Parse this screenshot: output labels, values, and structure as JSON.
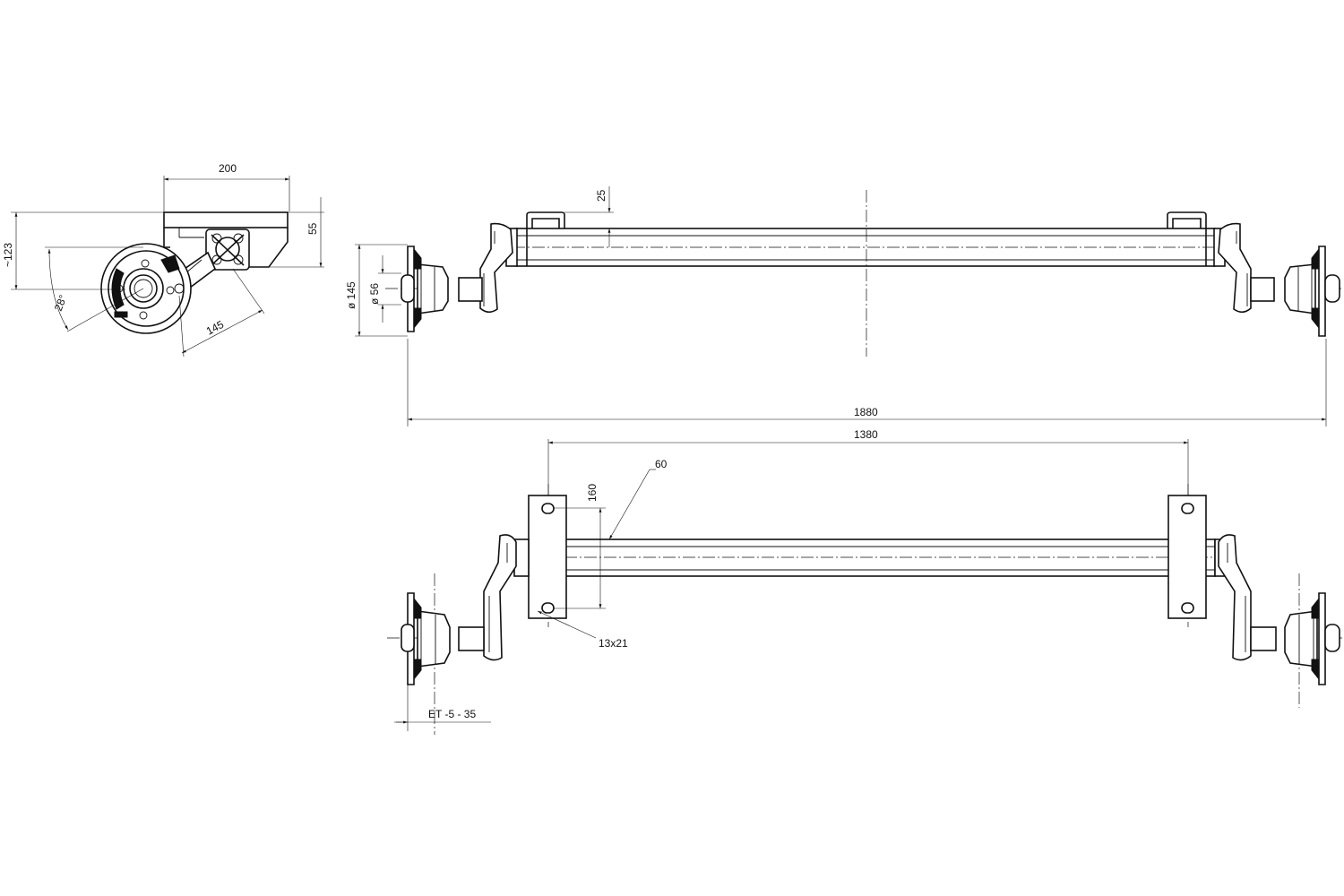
{
  "side_view": {
    "width_200": "200",
    "height_55": "55",
    "height_123": "~123",
    "angle_28": "28°",
    "arm_145": "145"
  },
  "top_view": {
    "dia_145": "ø 145",
    "dia_56": "ø 56",
    "bracket_25": "25",
    "total_1880": "1880"
  },
  "bottom_view": {
    "mount_1380": "1380",
    "tube_60": "60",
    "plate_160": "160",
    "hole_13x21": "13x21",
    "et_offset": "ET -5 - 35"
  },
  "icons": [
    "hub-icon",
    "bracket-icon",
    "arm-icon",
    "flange-icon"
  ]
}
